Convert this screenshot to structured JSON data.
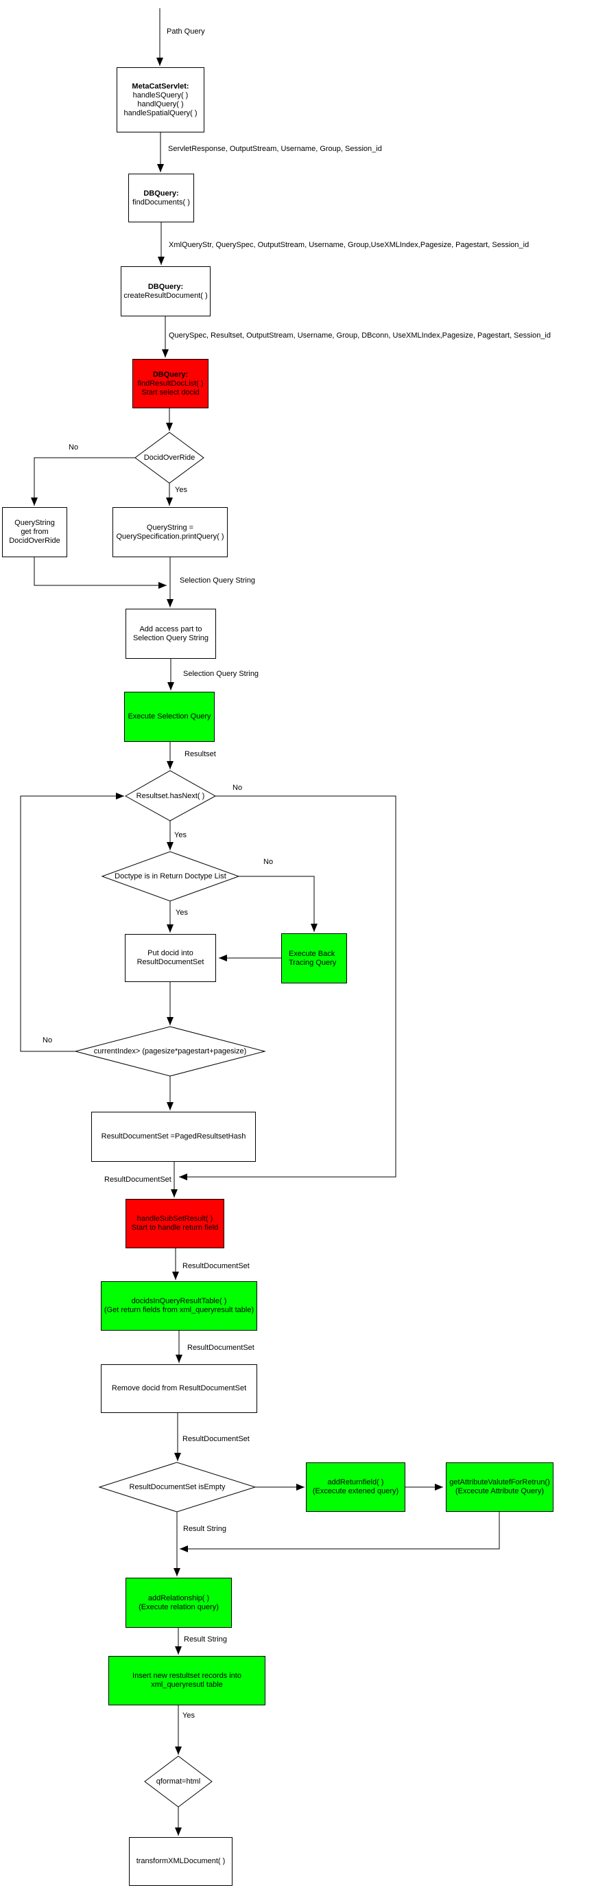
{
  "diagram": {
    "colors": {
      "node_red": "#ff0000",
      "node_green": "#00ff00",
      "node_white": "#ffffff",
      "stroke": "#000000"
    },
    "nodes": {
      "metacat": {
        "title": "MetaCatServlet:",
        "lines": [
          "handleSQuery( )",
          "handlQuery( )",
          "handleSpatialQuery( )"
        ]
      },
      "dbquery_find": {
        "title": "DBQuery:",
        "lines": [
          "findDocuments( )"
        ]
      },
      "dbquery_create": {
        "title": "DBQuery:",
        "lines": [
          "createResultDocument( )"
        ]
      },
      "find_result_doc_list": {
        "title": "DBQuery:",
        "lines": [
          "findResultDocList( )",
          "Start select docid"
        ]
      },
      "docid_override": {
        "label": "DocidOverRide"
      },
      "querystring_get": {
        "lines": [
          "QueryString",
          "get from",
          "DocidOverRide"
        ]
      },
      "querystring_print": {
        "lines": [
          "QueryString =",
          "QuerySpecification.printQuery( )"
        ]
      },
      "add_access": {
        "lines": [
          "Add access part to",
          "Selection Query String"
        ]
      },
      "execute_selection": {
        "label": "Execute Selection Query"
      },
      "hasnext": {
        "label": "Resultset.hasNext( )"
      },
      "doctype_in_list": {
        "label": "Doctype is in Return Doctype List"
      },
      "put_docid": {
        "lines": [
          "Put docid into",
          "ResultDocumentSet"
        ]
      },
      "back_tracing": {
        "lines": [
          "Execute Back",
          "Tracing Query"
        ]
      },
      "current_index": {
        "label": "currentIndex> (pagesize*pagestart+pagesize)"
      },
      "paged_hash": {
        "label": "ResultDocumentSet =PagedResultsetHash"
      },
      "handle_subset": {
        "lines": [
          "handleSubSetResult( )",
          "Start to handle return field"
        ]
      },
      "docids_table": {
        "lines": [
          "docidsInQueryResultTable( )",
          "(Get return fields from xml_queryresult table)"
        ]
      },
      "remove_docid": {
        "label": "Remove docid from ResultDocumentSet"
      },
      "is_empty": {
        "label": "ResultDocumentSet isEmpty"
      },
      "add_returnfield": {
        "lines": [
          "addReturnfield( )",
          "(Excecute extened query)"
        ]
      },
      "get_attribute": {
        "lines": [
          "getAttributeValutefForRetrun()",
          "(Excecute Attribute Query)"
        ]
      },
      "add_relationship": {
        "lines": [
          "addRelationship( )",
          "(Execute relation query)"
        ]
      },
      "insert_records": {
        "lines": [
          "Insert new restultset records into",
          "xml_queryresutl table"
        ]
      },
      "qformat": {
        "label": "qformat=html"
      },
      "transform_xml": {
        "label": "transformXMLDocument( )"
      }
    },
    "edge_labels": {
      "path_query": "Path Query",
      "servlet_params": "ServletResponse, OutputStream,  Username, Group, Session_id",
      "find_params": "XmlQueryStr, QuerySpec, OutputStream, Username, Group,UseXMLIndex,Pagesize, Pagestart, Session_id",
      "create_params": "QuerySpec, Resultset, OutputStream, Username, Group, DBconn, UseXMLIndex,Pagesize, Pagestart, Session_id",
      "no_docid": "No",
      "yes_docid": "Yes",
      "selection_query_1": "Selection Query String",
      "selection_query_2": "Selection Query String",
      "resultset": "Resultset",
      "no_hasnext": "No",
      "yes_hasnext": "Yes",
      "no_doctype": "No",
      "yes_doctype": "Yes",
      "no_currentindex": "No",
      "rds_1": "ResultDocumentSet",
      "rds_2": "ResultDocumentSet",
      "rds_3": "ResultDocumentSet",
      "rds_4": "ResultDocumentSet",
      "result_string_1": "Result String",
      "result_string_2": "Result String",
      "yes_qformat": "Yes"
    }
  }
}
